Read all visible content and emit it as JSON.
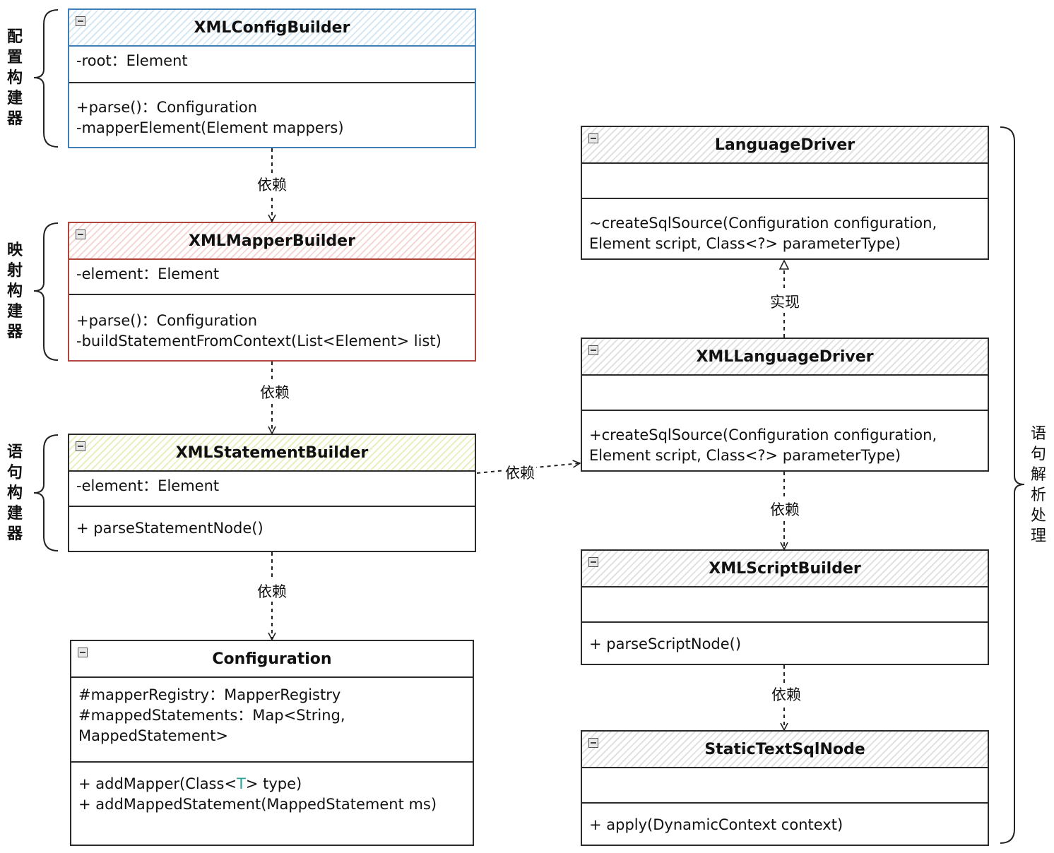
{
  "groups": {
    "config": "配置构建器",
    "mapper": "映射构建器",
    "statement": "语句构建器",
    "lang": "语句解析处理"
  },
  "classes": {
    "xml_config_builder": {
      "name": "XMLConfigBuilder",
      "attributes": [
        "-root：Element"
      ],
      "methods": [
        "+parse()：Configuration",
        "-mapperElement(Element mappers)"
      ]
    },
    "xml_mapper_builder": {
      "name": "XMLMapperBuilder",
      "attributes": [
        "-element：Element"
      ],
      "methods": [
        "+parse()：Configuration",
        "-buildStatementFromContext(List<Element> list)"
      ]
    },
    "xml_statement_builder": {
      "name": "XMLStatementBuilder",
      "attributes": [
        "-element：Element"
      ],
      "methods": [
        "+ parseStatementNode()"
      ]
    },
    "configuration": {
      "name": "Configuration",
      "attributes": [
        "#mapperRegistry：MapperRegistry",
        "#mappedStatements：Map<String,",
        "MappedStatement>"
      ],
      "methods": {
        "add_mapper_prefix": "+ addMapper(Class<",
        "add_mapper_generic": "T",
        "add_mapper_suffix": "> type)",
        "add_mapped_statement": "+ addMappedStatement(MappedStatement ms)"
      }
    },
    "language_driver": {
      "name": "LanguageDriver",
      "methods": [
        "~createSqlSource(Configuration configuration,",
        "Element script, Class<?> parameterType)"
      ]
    },
    "xml_language_driver": {
      "name": "XMLLanguageDriver",
      "methods": [
        "+createSqlSource(Configuration configuration,",
        "Element script, Class<?> parameterType)"
      ]
    },
    "xml_script_builder": {
      "name": "XMLScriptBuilder",
      "methods": [
        "+ parseScriptNode()"
      ]
    },
    "static_text_sql_node": {
      "name": "StaticTextSqlNode",
      "methods": [
        "+ apply(DynamicContext context)"
      ]
    }
  },
  "edges": {
    "depends": "依赖",
    "implements": "实现"
  },
  "colors": {
    "blue_border": "#3f7fb5",
    "red_border": "#b0453c",
    "blue_hatch": "#d5e8f4",
    "red_hatch": "#f6d9d6",
    "green_hatch": "#e6f0c0",
    "gray_hatch": "#e2e2e2",
    "generic_teal": "#2aa198"
  }
}
